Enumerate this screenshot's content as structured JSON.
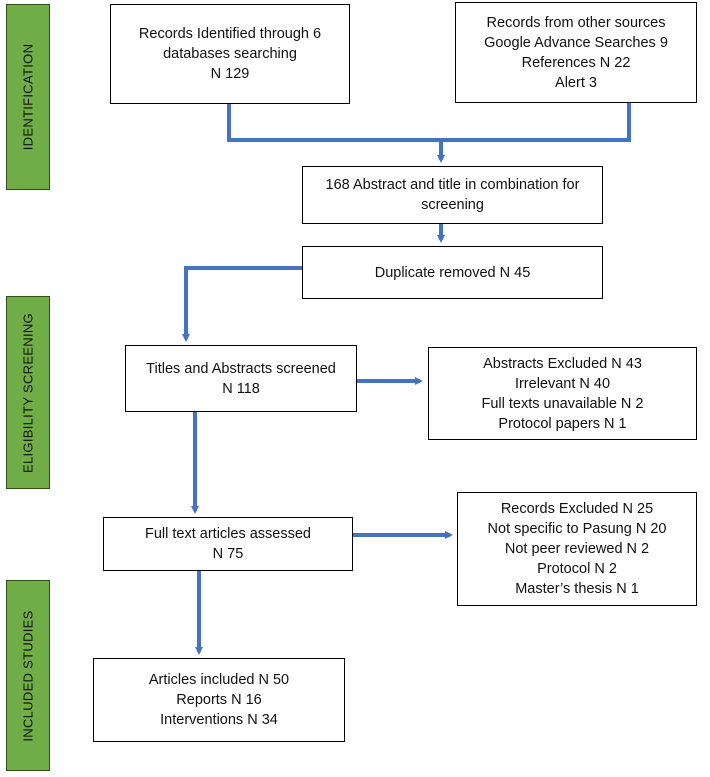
{
  "phases": {
    "identification": "IDENTIFICATION",
    "eligibility": "ELIGIBILITY SCREENING",
    "included": "INCLUDED STUDIES"
  },
  "boxes": {
    "databases": [
      "Records Identified through 6",
      "databases searching",
      "N 129"
    ],
    "other_sources": [
      "Records from other sources",
      "Google Advance Searches 9",
      "References N 22",
      "Alert 3"
    ],
    "combined": [
      "168 Abstract and title in combination for",
      "screening"
    ],
    "duplicates": [
      "Duplicate removed N 45"
    ],
    "screened": [
      "Titles and Abstracts screened",
      "N 118"
    ],
    "abstracts_excluded": [
      "Abstracts Excluded N 43",
      "Irrelevant N 40",
      "Full texts unavailable N 2",
      "Protocol papers N 1"
    ],
    "fulltext": [
      "Full text articles assessed",
      "N 75"
    ],
    "records_excluded": [
      "Records Excluded N 25",
      "Not specific to Pasung N 20",
      "Not peer reviewed N 2",
      "Protocol N 2",
      "Master’s thesis N 1"
    ],
    "included": [
      "Articles included N 50",
      "Reports N 16",
      "Interventions N 34"
    ]
  },
  "colors": {
    "arrow": "#4472c4",
    "phase_fill": "#70ad47",
    "phase_border": "#2d5016"
  }
}
